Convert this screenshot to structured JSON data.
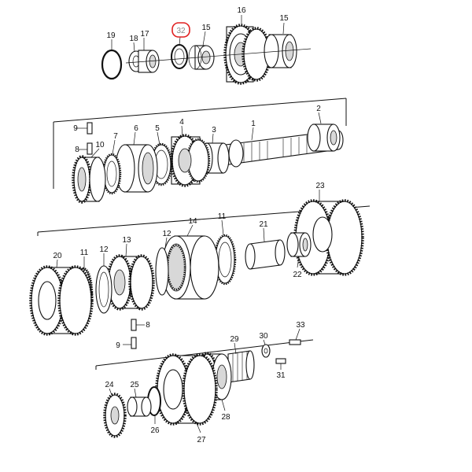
{
  "diagram": {
    "highlight_color": "#e02020",
    "callouts": [
      {
        "id": "c19",
        "text": "19"
      },
      {
        "id": "c18",
        "text": "18"
      },
      {
        "id": "c17",
        "text": "17"
      },
      {
        "id": "c32",
        "text": "32",
        "highlighted": true
      },
      {
        "id": "c15a",
        "text": "15"
      },
      {
        "id": "c16",
        "text": "16"
      },
      {
        "id": "c15b",
        "text": "15"
      },
      {
        "id": "c9a",
        "text": "9"
      },
      {
        "id": "c10",
        "text": "10"
      },
      {
        "id": "c8a",
        "text": "8"
      },
      {
        "id": "c7",
        "text": "7"
      },
      {
        "id": "c6",
        "text": "6"
      },
      {
        "id": "c5",
        "text": "5"
      },
      {
        "id": "c4",
        "text": "4"
      },
      {
        "id": "c3",
        "text": "3"
      },
      {
        "id": "c1",
        "text": "1"
      },
      {
        "id": "c2",
        "text": "2"
      },
      {
        "id": "c23",
        "text": "23"
      },
      {
        "id": "c14",
        "text": "14"
      },
      {
        "id": "c11a",
        "text": "11"
      },
      {
        "id": "c21",
        "text": "21"
      },
      {
        "id": "c22",
        "text": "22"
      },
      {
        "id": "c12a",
        "text": "12"
      },
      {
        "id": "c13",
        "text": "13"
      },
      {
        "id": "c20",
        "text": "20"
      },
      {
        "id": "c11b",
        "text": "11"
      },
      {
        "id": "c12b",
        "text": "12"
      },
      {
        "id": "c8b",
        "text": "8"
      },
      {
        "id": "c9b",
        "text": "9"
      },
      {
        "id": "c33",
        "text": "33"
      },
      {
        "id": "c29",
        "text": "29"
      },
      {
        "id": "c30",
        "text": "30"
      },
      {
        "id": "c31",
        "text": "31"
      },
      {
        "id": "c24",
        "text": "24"
      },
      {
        "id": "c25",
        "text": "25"
      },
      {
        "id": "c26",
        "text": "26"
      },
      {
        "id": "c28",
        "text": "28"
      },
      {
        "id": "c27",
        "text": "27"
      }
    ]
  }
}
